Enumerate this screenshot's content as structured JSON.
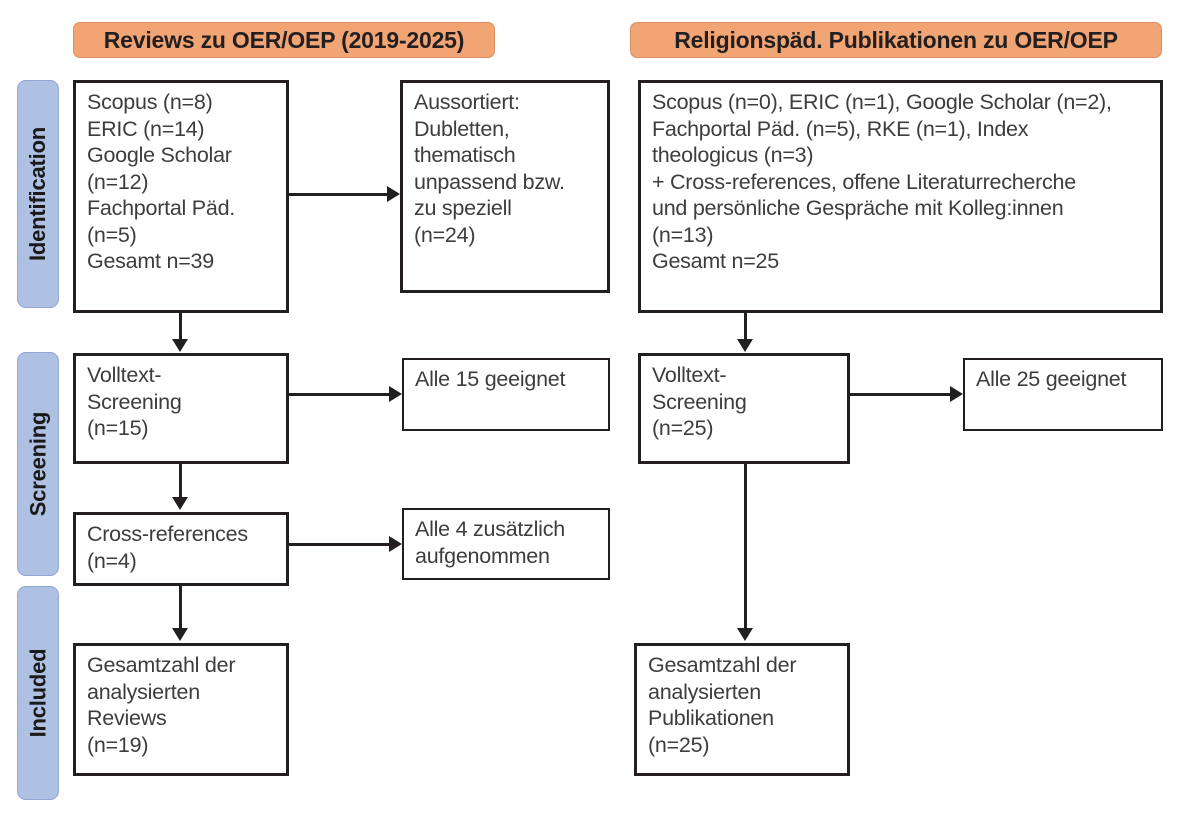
{
  "figure": {
    "type": "prisma-flow-diagram",
    "accent_orange": "#F2A574",
    "accent_blue": "#AEC1E3",
    "line_color": "#231f20"
  },
  "banners": {
    "left": "Reviews zu OER/OEP (2019-2025)",
    "right": "Religionspäd. Publikationen zu OER/OEP"
  },
  "stages": [
    {
      "label": "Identification"
    },
    {
      "label": "Screening"
    },
    {
      "label": "Included"
    }
  ],
  "left_column": {
    "identification": "Scopus (n=8)\nERIC (n=14)\nGoogle Scholar\n(n=12)\nFachportal Päd.\n(n=5)\nGesamt n=39",
    "excluded": "Aussortiert:\nDubletten,\nthematisch\nunpassend bzw.\nzu speziell\n(n=24)",
    "screening": "Volltext-\nScreening\n(n=15)",
    "screening_result": "Alle 15 geeignet",
    "cross_references": "Cross-references\n(n=4)",
    "cross_references_result": "Alle 4 zusätzlich\naufgenommen",
    "included": "Gesamtzahl der\nanalysierten\nReviews\n(n=19)"
  },
  "right_column": {
    "identification": "Scopus (n=0), ERIC (n=1), Google Scholar (n=2),\nFachportal Päd. (n=5), RKE (n=1), Index\ntheologicus (n=3)\n+ Cross-references, offene Literaturrecherche\nund persönliche Gespräche mit Kolleg:innen\n(n=13)\nGesamt n=25",
    "screening": "Volltext-\nScreening\n(n=25)",
    "screening_result": "Alle 25 geeignet",
    "included": "Gesamtzahl der\nanalysierten\nPublikationen\n(n=25)"
  }
}
